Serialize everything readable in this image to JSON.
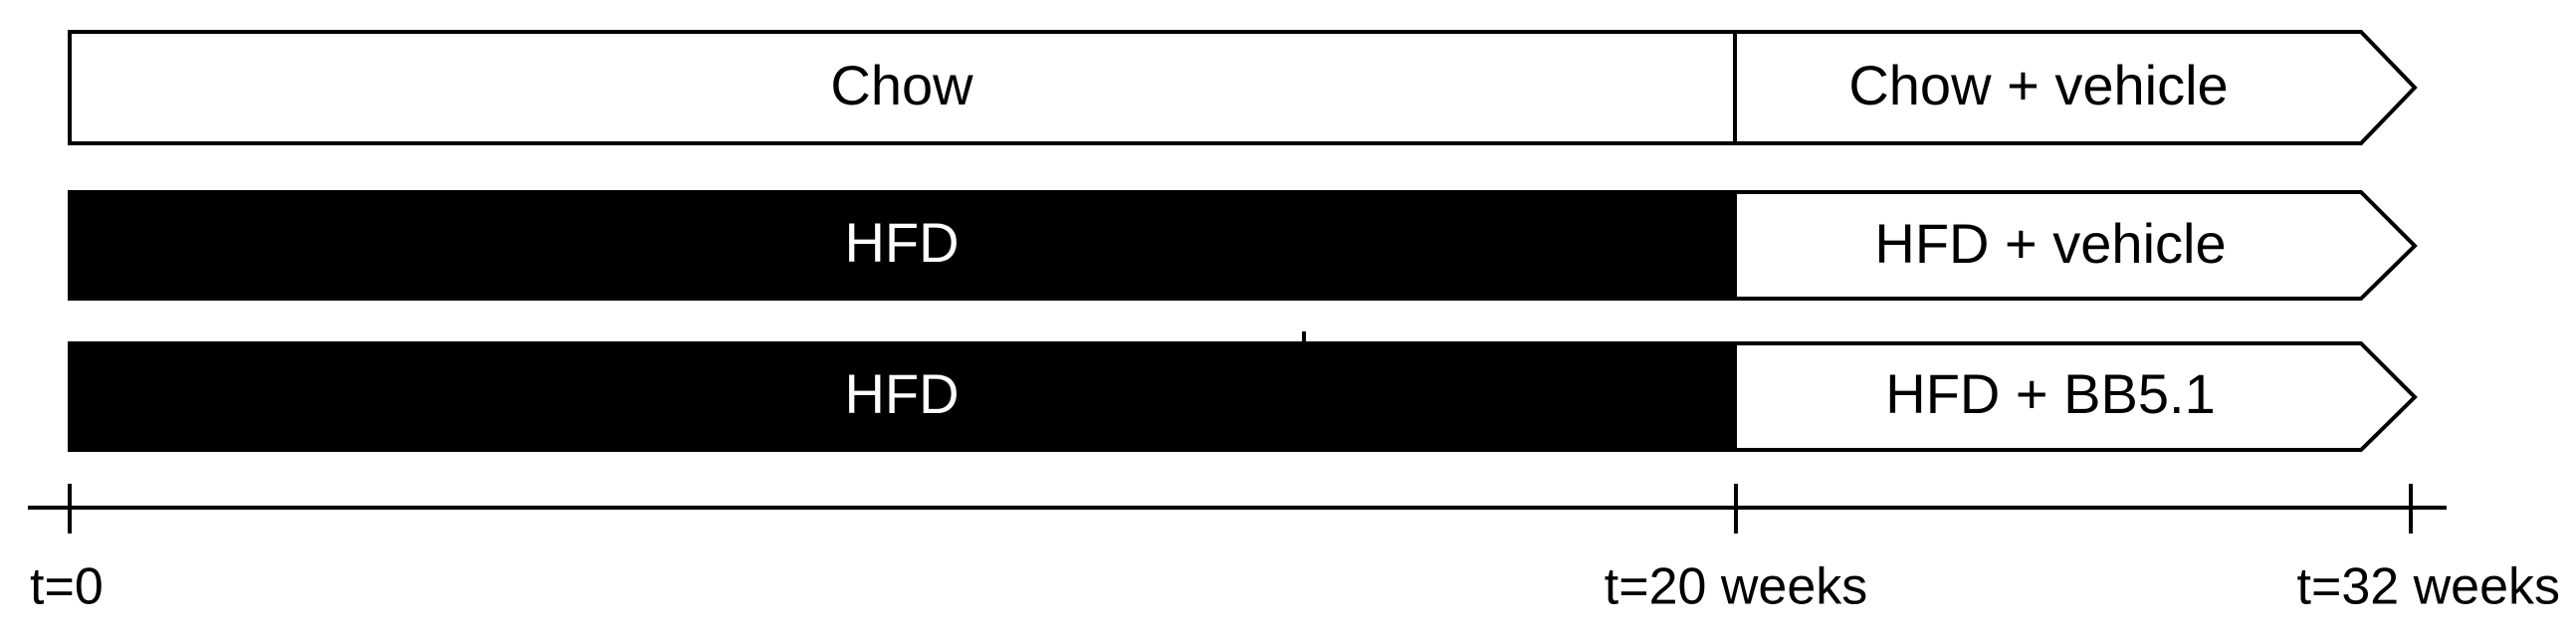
{
  "rows": [
    {
      "phase1_label": "Chow",
      "phase1_fill": "#ffffff",
      "phase1_text": "#000000",
      "phase2_label": "Chow + vehicle"
    },
    {
      "phase1_label": "HFD",
      "phase1_fill": "#000000",
      "phase1_text": "#ffffff",
      "phase2_label": "HFD + vehicle"
    },
    {
      "phase1_label": "HFD",
      "phase1_fill": "#000000",
      "phase1_text": "#ffffff",
      "phase2_label": "HFD + BB5.1"
    }
  ],
  "timeline": {
    "ticks": [
      "t=0",
      "t=20 weeks",
      "t=32 weeks"
    ]
  },
  "colors": {
    "stroke": "#000000",
    "background": "#ffffff"
  }
}
